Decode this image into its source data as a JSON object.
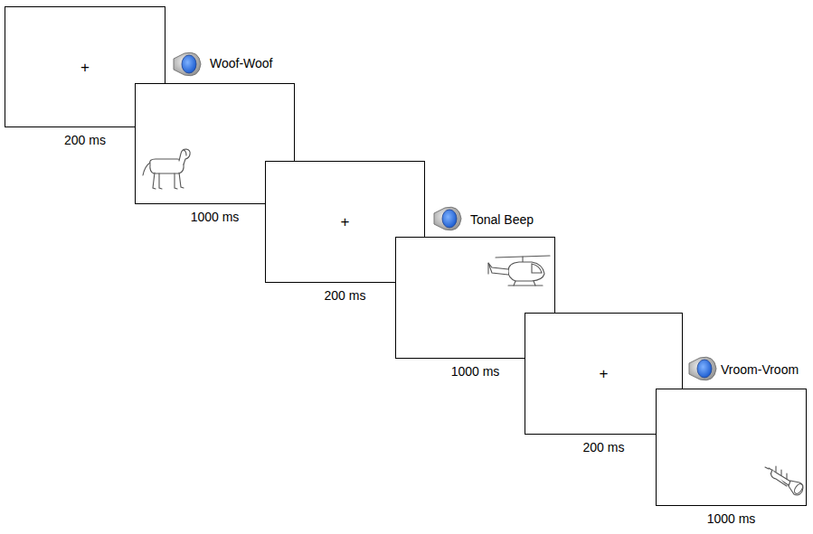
{
  "diagram": {
    "nodes": [
      {
        "text": [
          "+",
          "200 ms"
        ]
      },
      {
        "text": [
          "1000 ms"
        ]
      },
      {
        "text": [
          "+",
          "200 ms"
        ]
      },
      {
        "text": [
          "1000 ms"
        ]
      },
      {
        "text": [
          "+",
          "200 ms"
        ]
      },
      {
        "text": [
          "1000 ms"
        ]
      }
    ],
    "labels": [
      "Woof-Woof",
      "Tonal Beep",
      "Vroom-Vroom"
    ]
  }
}
